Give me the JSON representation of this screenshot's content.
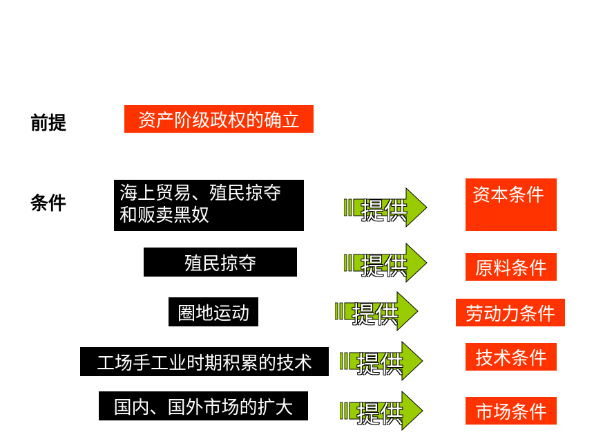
{
  "premise": {
    "label": "前提",
    "value": "资产阶级政权的确立"
  },
  "conditions_label": "条件",
  "arrow_text": "提供",
  "rows": [
    {
      "cause": "海上贸易、殖民掠夺\n和贩卖黑奴",
      "result": "资本条件"
    },
    {
      "cause": "殖民掠夺",
      "result": "原料条件"
    },
    {
      "cause": "圈地运动",
      "result": "劳动力条件"
    },
    {
      "cause": "工场手工业时期积累的技术",
      "result": "技术条件"
    },
    {
      "cause": "国内、国外市场的扩大",
      "result": "市场条件"
    }
  ],
  "colors": {
    "red": "#ff3300",
    "black": "#000000",
    "arrow_green": "#99cc00"
  }
}
